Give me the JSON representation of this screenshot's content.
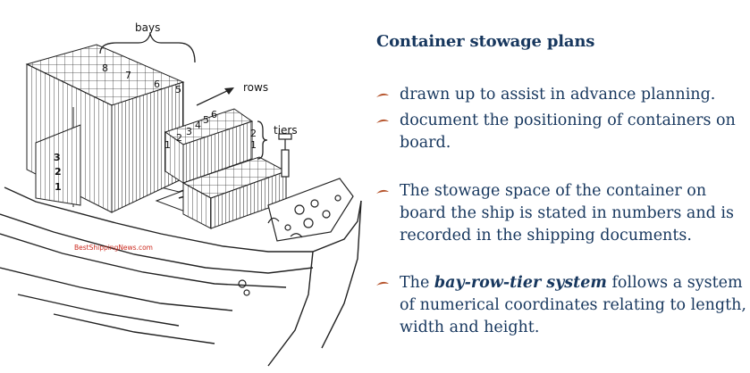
{
  "slide": {
    "title": "Container stowage plans",
    "bullets": [
      {
        "text": "drawn up to assist in advance planning."
      },
      {
        "text": "document the positioning of containers on board."
      },
      {
        "text": "The stowage space of the container on board the ship is stated in numbers and is recorded in the shipping documents."
      },
      {
        "pre": "The ",
        "emphasis": "bay-row-tier system",
        "post": " follows a system of numerical coordinates relating to length, width and height."
      }
    ]
  },
  "figure": {
    "label_bays": "bays",
    "label_rows": "rows",
    "label_tiers": "tiers",
    "bay_numbers": [
      "8",
      "7",
      "6",
      "5"
    ],
    "row_numbers": [
      "1",
      "2",
      "3",
      "4",
      "5",
      "6"
    ],
    "tier_numbers_right": [
      "2",
      "1"
    ],
    "tier_numbers_left": [
      "3",
      "2",
      "1"
    ],
    "watermark": "BestShippingNews.com"
  },
  "colors": {
    "title": "#17375e",
    "text": "#17375e",
    "bullet_mark": "#b5532b",
    "watermark": "#cc2a1f",
    "line_art": "#222222"
  }
}
